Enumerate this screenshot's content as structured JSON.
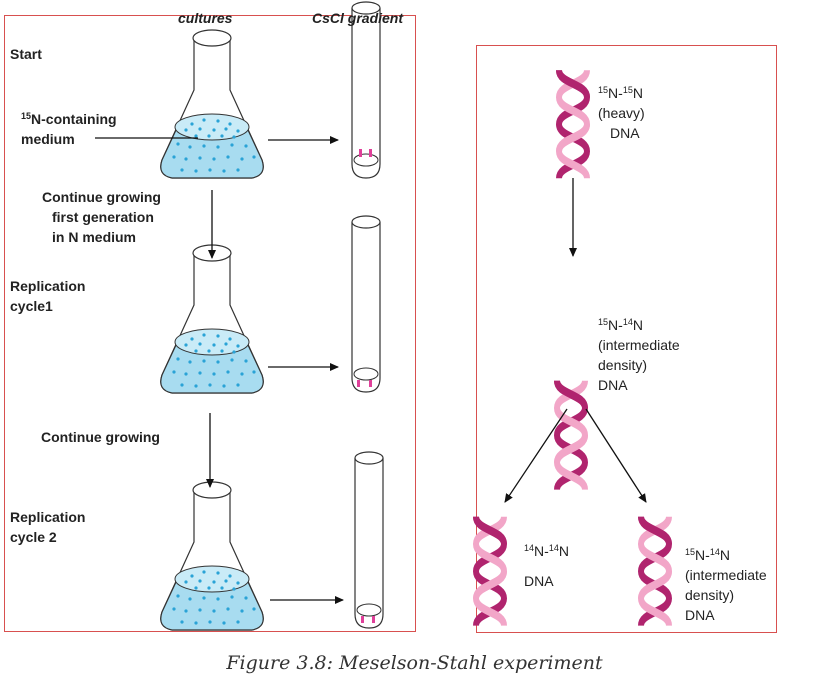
{
  "headers": {
    "cultures": "cultures",
    "gradient": "CsCl gradient"
  },
  "left_labels": {
    "start": "Start",
    "medium_mass": "15",
    "medium_line1": "N-containing",
    "medium_line2": "medium",
    "continue1_line1": "Continue growing",
    "continue1_line2": "first generation",
    "continue1_line3": "in  N medium",
    "rep1_line1": "Replication",
    "rep1_line2": "cycle1",
    "continue2": "Continue growing",
    "rep2_line1": "Replication",
    "rep2_line2": "cycle 2"
  },
  "dna_labels": {
    "heavy": {
      "m1": "15",
      "m2": "15",
      "line2": "(heavy)",
      "line3": "DNA"
    },
    "intermediate": {
      "m1": "15",
      "m2": "14",
      "line2": "(intermediate",
      "line3": "density)",
      "line4": "DNA"
    },
    "light": {
      "m1": "14",
      "m2": "14",
      "line2": "DNA"
    },
    "intermediate2": {
      "m1": "15",
      "m2": "14",
      "line2": "(intermediate",
      "line3": "density)",
      "line4": "DNA"
    }
  },
  "element_symbol": "N",
  "caption": "Figure 3.8: Meselson-Stahl experiment",
  "colors": {
    "frame": "#d8504f",
    "medium": "#a8dcf0",
    "dots": "#2aa3d6",
    "band": "#e0409a",
    "dna_dark": "#b0246e",
    "dna_light": "#f2a6c8"
  }
}
